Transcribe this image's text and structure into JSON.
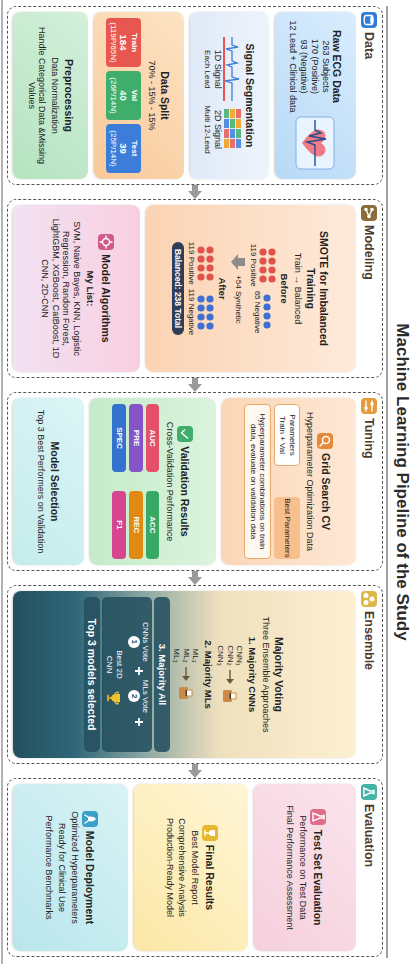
{
  "diagram": {
    "title": "Machine Learning Pipeline of the Study",
    "nodes": [
      {
        "text": [
          "Data"
        ]
      },
      {
        "text": [
          "Raw ECG Data",
          "263 Subjects",
          "170 (Positive)",
          "93 (Negative)",
          "12 Lead + Clinical data"
        ],
        "in": 0
      },
      {
        "text": [
          "Signal Segmentation",
          "1D Signal",
          "Each Lead",
          "2D Signal",
          "Multi 12-Lead"
        ],
        "in": 0
      },
      {
        "text": [
          "Data Split",
          "70% - 15% - 15%"
        ],
        "in": 0
      },
      {
        "text": [
          "Train",
          "184",
          "(119P/65N)"
        ],
        "in": 3
      },
      {
        "text": [
          "Val",
          "40",
          "(26P/14N)"
        ],
        "in": 3
      },
      {
        "text": [
          "Test",
          "39",
          "(25P/14N)"
        ],
        "in": 3
      },
      {
        "text": [
          "Preprocessing",
          "Data Normalization",
          "Handle Categorical Data &Missing Values"
        ],
        "in": 0
      },
      {
        "text": [
          "Modeling"
        ]
      },
      {
        "text": [
          "SMOTE for Imbalanced Training",
          "Train → Balanced",
          "Before",
          "119 Positive",
          "65 Negative",
          "+54 Synthetic",
          "After",
          "119 Positive",
          "119 Negative",
          "Balanced: 238 Total"
        ],
        "in": 8
      },
      {
        "text": [
          "Model Algorithms",
          "My List:",
          "SVM, Naive Bayes, KNN, Logistic Regression, Random Forest, LightGBM, XGBoost, CatBoost, 1D CNN, 2D-CNN"
        ],
        "in": 8
      },
      {
        "text": [
          "Tuning"
        ]
      },
      {
        "text": [
          "Grid Search CV",
          "Hyperparameter Optimization Data"
        ],
        "in": 11
      },
      {
        "text": [
          "Parameters",
          "Train + Val"
        ],
        "in": 12
      },
      {
        "text": [
          "Best Parameters"
        ],
        "in": 12
      },
      {
        "text": [
          "Hyperparameter combinations on train data, evaluate on validation data"
        ],
        "in": 12
      },
      {
        "text": [
          "Validation Results",
          "Cross-Validation Performance"
        ],
        "in": 11
      },
      {
        "text": [
          "AUC"
        ],
        "in": 16
      },
      {
        "text": [
          "ACC"
        ],
        "in": 16
      },
      {
        "text": [
          "PRE"
        ],
        "in": 16
      },
      {
        "text": [
          "REC"
        ],
        "in": 16
      },
      {
        "text": [
          "SPEC"
        ],
        "in": 16
      },
      {
        "text": [
          "F1"
        ],
        "in": 16
      },
      {
        "text": [
          "Model Selection",
          "Top 3 Best Performers on Validation"
        ],
        "in": 11
      },
      {
        "text": [
          "Ensemble"
        ]
      },
      {
        "text": [
          "Majority Voting",
          "Three Ensemble Approaches",
          "1. Majority CNNs",
          "CNN₁",
          "CNN₂",
          "CNN₃",
          "2. Majority MLs",
          "ML₁",
          "ML₂",
          "ML₃",
          "3. Majority All",
          "CNNs Vote",
          "1",
          "MLs Vote",
          "2",
          "Best 2D CNN",
          "Top 3 models selected"
        ],
        "in": 24
      },
      {
        "text": [
          "Evaluation"
        ]
      },
      {
        "text": [
          "Test Set Evaluation",
          "Performance on Test Data",
          "Final Performance Assessment"
        ],
        "in": 26
      },
      {
        "text": [
          "Final Results",
          "Best Model Report",
          "Comprehensive Analysis",
          "Production-Ready Model"
        ],
        "in": 26
      },
      {
        "text": [
          "Model Deployment",
          "Optimized Hyperparameters",
          "Ready for Clinical Use",
          "Performance Benchmarks"
        ],
        "in": 26
      }
    ],
    "edges": [
      {
        "from": 0,
        "to": 8,
        "arrow": "to"
      },
      {
        "from": 8,
        "to": 11,
        "arrow": "to"
      },
      {
        "from": 11,
        "to": 24,
        "arrow": "to"
      },
      {
        "from": 24,
        "to": 26,
        "arrow": "to"
      },
      {
        "from": 13,
        "to": 14,
        "arrow": "to"
      }
    ]
  }
}
